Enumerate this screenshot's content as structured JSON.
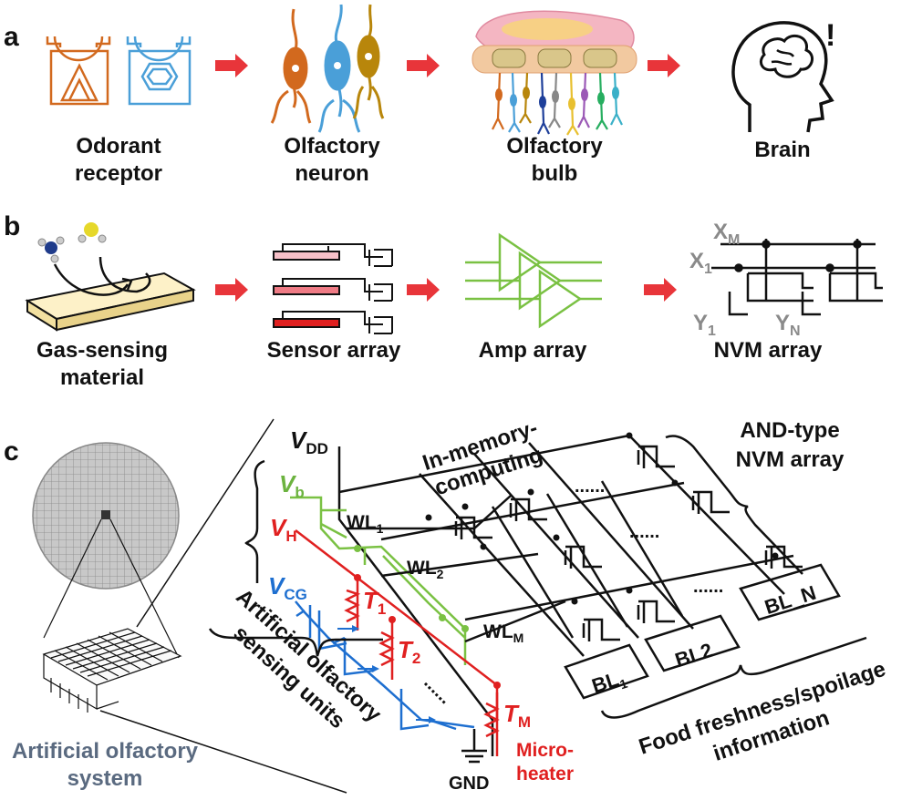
{
  "panel_a": {
    "label": "a",
    "captions": [
      {
        "line1": "Odorant",
        "line2": "receptor"
      },
      {
        "line1": "Olfactory",
        "line2": "neuron"
      },
      {
        "line1": "Olfactory",
        "line2": "bulb"
      },
      {
        "line1": "Brain",
        "line2": ""
      }
    ],
    "exclaim": "!"
  },
  "panel_b": {
    "label": "b",
    "captions": [
      {
        "line1": "Gas-sensing",
        "line2": "material"
      },
      {
        "line1": "Sensor array",
        "line2": ""
      },
      {
        "line1": "Amp array",
        "line2": ""
      },
      {
        "line1": "NVM array",
        "line2": ""
      }
    ],
    "nvm_labels": {
      "xm": "X",
      "xm_sub": "M",
      "x1": "X",
      "x1_sub": "1",
      "y1": "Y",
      "y1_sub": "1",
      "yn": "Y",
      "yn_sub": "N"
    }
  },
  "panel_c": {
    "label": "c",
    "system_caption": {
      "line1": "Artificial olfactory",
      "line2": "system"
    },
    "vdd": "V",
    "vdd_sub": "DD",
    "vb": "V",
    "vb_sub": "b",
    "vh": "V",
    "vh_sub": "H",
    "vcg": "V",
    "vcg_sub": "CG",
    "wl1": "WL",
    "wl1_sub": "1",
    "wl2": "WL",
    "wl2_sub": "2",
    "wlm": "WL",
    "wlm_sub": "M",
    "t1": "T",
    "t1_sub": "1",
    "t2": "T",
    "t2_sub": "2",
    "tm": "T",
    "tm_sub": "M",
    "gnd": "GND",
    "microheater": {
      "line1": "Micro-",
      "line2": "heater"
    },
    "imc": {
      "line1": "In-memory-",
      "line2": "computing"
    },
    "and_nvm": {
      "line1": "AND-type",
      "line2": "NVM array"
    },
    "sensing_units": {
      "line1": "Artificial olfactory",
      "line2": "sensing units"
    },
    "bl1": "BL",
    "bl1_sub": "1",
    "bl2": "BL2",
    "bln": "BL_N",
    "food": {
      "line1": "Food freshness/spoilage",
      "line2": "information"
    },
    "dots": "......"
  },
  "colors": {
    "arrow": "#e8353a",
    "orange": "#d2691e",
    "blue": "#4a9fd8",
    "gold": "#b8860b",
    "green": "#7ac143",
    "red": "#e02020",
    "vcg_blue": "#1e6fd0",
    "gray": "#8a8a8a"
  }
}
